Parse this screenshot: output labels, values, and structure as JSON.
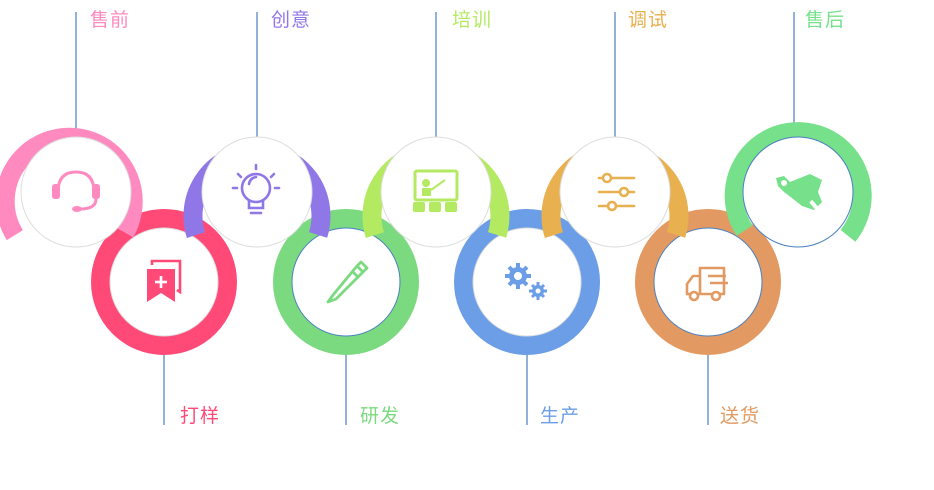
{
  "steps": [
    {
      "label": "售前",
      "color": "#ff8ac0",
      "icon": "headset-icon"
    },
    {
      "label": "创意",
      "color": "#8f77e8",
      "icon": "lightbulb-icon"
    },
    {
      "label": "培训",
      "color": "#b3ea62",
      "icon": "presentation-board-icon"
    },
    {
      "label": "调试",
      "color": "#e8b04e",
      "icon": "sliders-icon"
    },
    {
      "label": "售后",
      "color": "#76e08a",
      "icon": "wrench-tools-icon"
    },
    {
      "label": "打样",
      "color": "#ff4a78",
      "icon": "bookmark-add-icon"
    },
    {
      "label": "研发",
      "color": "#7bd97f",
      "icon": "pencil-icon"
    },
    {
      "label": "生产",
      "color": "#6b9ee6",
      "icon": "gears-icon"
    },
    {
      "label": "送货",
      "color": "#e29a62",
      "icon": "delivery-truck-icon"
    }
  ]
}
